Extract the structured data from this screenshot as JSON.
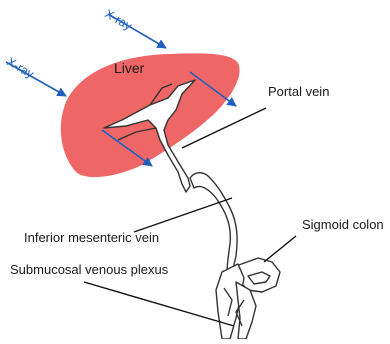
{
  "labels": {
    "liver": "Liver",
    "portal_vein": "Portal vein",
    "inferior_mesenteric_vein": "Inferior mesenteric vein",
    "sigmoid_colon": "Sigmoid colon",
    "submucosal_venous_plexus": "Submucosal venous plexus",
    "xray_top": "X-ray",
    "xray_left": "X-ray"
  },
  "colors": {
    "liver": "#ef6666",
    "xray_arrow": "#1f5fbf",
    "outline": "#333333",
    "leader": "#111111"
  }
}
